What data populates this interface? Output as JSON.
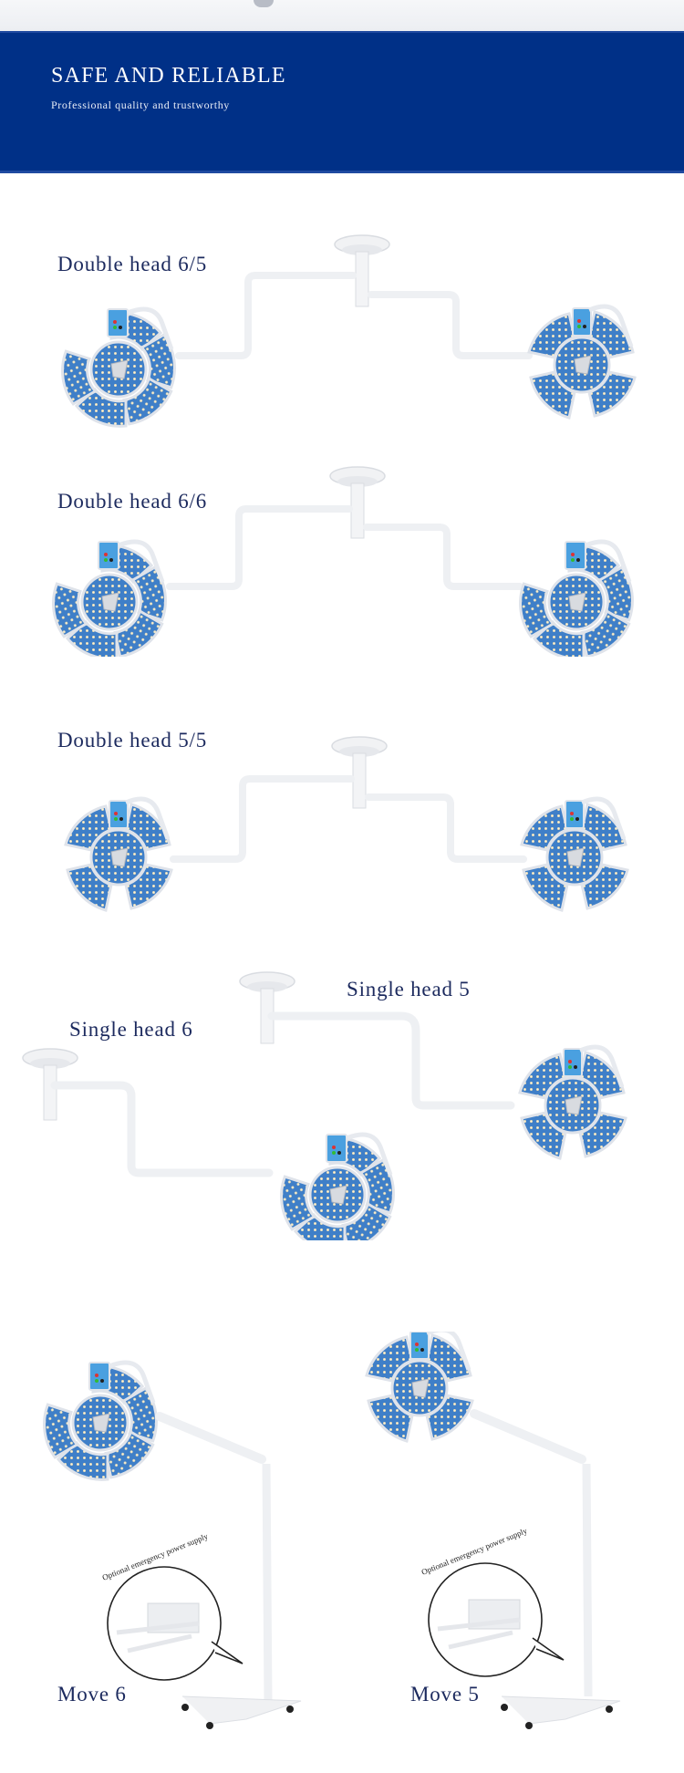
{
  "banner": {
    "title": "SAFE AND RELIABLE",
    "subtitle": "Professional quality and trustworthy",
    "background_color": "#003087"
  },
  "products": [
    {
      "label": "Double head 6/5",
      "type": "ceiling-double",
      "heads": [
        6,
        5
      ]
    },
    {
      "label": "Double head 6/6",
      "type": "ceiling-double",
      "heads": [
        6,
        6
      ]
    },
    {
      "label": "Double head 5/5",
      "type": "ceiling-double",
      "heads": [
        5,
        5
      ]
    },
    {
      "label": "Single head 6",
      "type": "ceiling-single",
      "heads": [
        6
      ]
    },
    {
      "label": "Single head 5",
      "type": "ceiling-single",
      "heads": [
        5
      ]
    },
    {
      "label": "Move 6",
      "type": "mobile-stand",
      "heads": [
        6
      ],
      "callout": "Optional emergency power supply"
    },
    {
      "label": "Move 5",
      "type": "mobile-stand",
      "heads": [
        5
      ],
      "callout": "Optional emergency power supply"
    }
  ],
  "colors": {
    "label_text": "#1c2a5e",
    "lamp_blue": "#3f7fc8",
    "lamp_frame": "#dfe3ea"
  }
}
